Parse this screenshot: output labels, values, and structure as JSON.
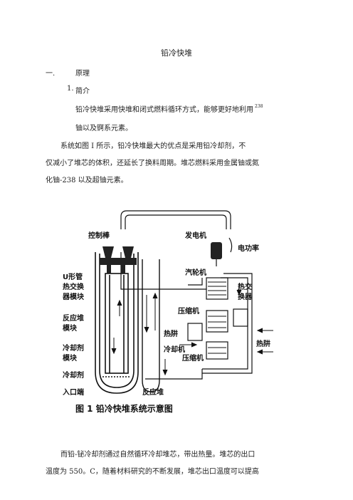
{
  "doc": {
    "title": "铅冷快堆",
    "section1": {
      "num": "一.",
      "title": "原理"
    },
    "sub1": {
      "num": "1.",
      "title": "简介"
    },
    "p1": {
      "line1": "铅冷快堆采用快堆和闭式燃料循环方式，能够更好地利用",
      "sup": "238",
      "line2": "铀以及锕系元素。"
    },
    "p2": {
      "line1": "系统如图 I 所示，铅冷快堆最大的优点是采用铅冷却剂，不",
      "line2": "仅减小了堆芯的体积，还延长了换料周期。堆芯燃料采用金属铀或氮",
      "line3": "化铀-238 以及超铀元素。"
    },
    "p3": {
      "line1": "而铅-铋冷却剂通过自然循环冷却堆芯，带出热量。堆芯的出口",
      "line2": "温度为  550。C，随着材料研究的不断发展，堆芯出口温度可以提高"
    }
  },
  "figure": {
    "labels": {
      "control_rod": "控制棒",
      "u_tube_1": "U形管",
      "u_tube_2": "热交换",
      "u_tube_3": "器模块",
      "reactor_module_1": "反应堆",
      "reactor_module_2": "模块",
      "coolant_module_1": "冷却剂",
      "coolant_module_2": "模块",
      "coolant": "冷却剂",
      "inlet": "入口端",
      "reactor": "反应堆",
      "generator": "发电机",
      "power": "电功率",
      "turbine": "汽轮机",
      "heat_ex_1": "热交",
      "heat_ex_2": "换器",
      "compressor_top": "压缩机",
      "heat_sink_left": "热阱",
      "heat_sink_right": "热阱",
      "cooler": "冷却机",
      "compressor_bottom": "压缩机"
    },
    "caption": "图 1   铅冷快堆系统示意图"
  }
}
